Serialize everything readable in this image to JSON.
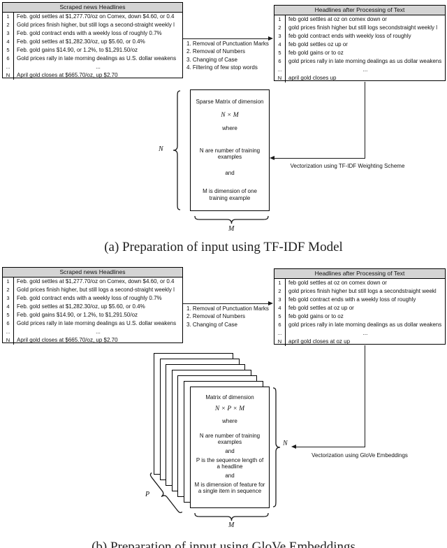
{
  "colors": {
    "header_bg": "#d4d4d4",
    "line": "#1a1a1a",
    "text": "#111111"
  },
  "panel_a": {
    "caption": "(a) Preparation of input using TF-IDF Model",
    "scraped_table": {
      "title": "Scraped news Headlines",
      "rows": [
        {
          "num": "1",
          "text": "Feb. gold settles at $1,277.70/oz on Comex, down $4.60, or 0.4"
        },
        {
          "num": "2",
          "text": "Gold prices finish higher, but still logs a second-straight weekly l"
        },
        {
          "num": "3",
          "text": "Feb. gold contract ends with a weekly loss of roughly 0.7%"
        },
        {
          "num": "4",
          "text": "Feb. gold settles at $1,282.30/oz, up $5.60, or 0.4%"
        },
        {
          "num": "5",
          "text": "Feb. gold gains $14.90, or 1.2%, to $1,291.50/oz"
        },
        {
          "num": "6",
          "text": "Gold prices rally in late morning dealings as U.S. dollar weakens"
        },
        {
          "num": "...",
          "text": "..."
        },
        {
          "num": "N",
          "text": "April gold closes at $665.70/oz, up $2.70"
        }
      ]
    },
    "processing_steps": [
      "1. Removal of Punctuation Marks",
      "2. Removal of Numbers",
      "3. Changing of Case",
      "4. Filtering of few stop words"
    ],
    "processed_table": {
      "title": "Headlines after Processing of Text",
      "rows": [
        {
          "num": "1",
          "text": "feb gold settles at oz on comex down or"
        },
        {
          "num": "2",
          "text": "gold prices finish higher but still logs secondstraight weekly l"
        },
        {
          "num": "3",
          "text": "feb gold contract ends with weekly loss of roughly"
        },
        {
          "num": "4",
          "text": "feb gold settles oz up or"
        },
        {
          "num": "5",
          "text": "feb gold gains or to oz"
        },
        {
          "num": "6",
          "text": "gold prices rally in late morning dealings as us dollar weakens"
        },
        {
          "num": "...",
          "text": "..."
        },
        {
          "num": "N",
          "text": "april gold closes up"
        }
      ]
    },
    "vectorization_label": "Vectorization using TF-IDF Weighting Scheme",
    "matrix": {
      "line1": "Sparse Matrix of dimension",
      "dimension": "N × M",
      "where": "where",
      "n_desc": "N are number of training examples",
      "and1": "and",
      "m_desc": "M is dimension of one training example",
      "n_label": "N",
      "m_label": "M"
    }
  },
  "panel_b": {
    "caption": "(b) Preparation of input using GloVe Embeddings",
    "scraped_table": {
      "title": "Scraped news Headlines",
      "rows": [
        {
          "num": "1",
          "text": "Feb. gold settles at $1,277.70/oz on Comex, down $4.60, or 0.4"
        },
        {
          "num": "2",
          "text": "Gold prices finish higher, but still logs a second-straight weekly l"
        },
        {
          "num": "3",
          "text": "Feb. gold contract ends with a weekly loss of roughly 0.7%"
        },
        {
          "num": "4",
          "text": "Feb. gold settles at $1,282.30/oz, up $5.60, or 0.4%"
        },
        {
          "num": "5",
          "text": "Feb. gold gains $14.90, or 1.2%, to $1,291.50/oz"
        },
        {
          "num": "6",
          "text": "Gold prices rally in late morning dealings as U.S. dollar weakens"
        },
        {
          "num": "...",
          "text": "..."
        },
        {
          "num": "N",
          "text": "April gold closes at $665.70/oz, up $2.70"
        }
      ]
    },
    "processing_steps": [
      "1. Removal of Punctuation Marks",
      "2. Removal of Numbers",
      "3. Changing of Case"
    ],
    "processed_table": {
      "title": "Headlines after Processing of Text",
      "rows": [
        {
          "num": "1",
          "text": "feb gold settles at oz on comex down or"
        },
        {
          "num": "2",
          "text": "gold prices finish higher but still logs a secondstraight weekl"
        },
        {
          "num": "3",
          "text": "feb gold contract ends with a weekly loss of roughly"
        },
        {
          "num": "4",
          "text": "feb gold settles at oz up or"
        },
        {
          "num": "5",
          "text": "feb gold gains or to oz"
        },
        {
          "num": "6",
          "text": "gold prices rally in late morning dealings as us dollar weakens"
        },
        {
          "num": "...",
          "text": "..."
        },
        {
          "num": "N",
          "text": "april gold closes at oz up"
        }
      ]
    },
    "vectorization_label": "Vectorization using GloVe Embeddings",
    "matrix": {
      "line1": "Matrix of dimension",
      "dimension": "N × P × M",
      "where": "where",
      "n_desc": "N are number of training examples",
      "and1": "and",
      "p_desc": "P is the sequence length of a headline",
      "and2": "and",
      "m_desc": "M is dimension of feature for a single item in sequence",
      "n_label": "N",
      "m_label": "M",
      "p_label": "P"
    }
  }
}
